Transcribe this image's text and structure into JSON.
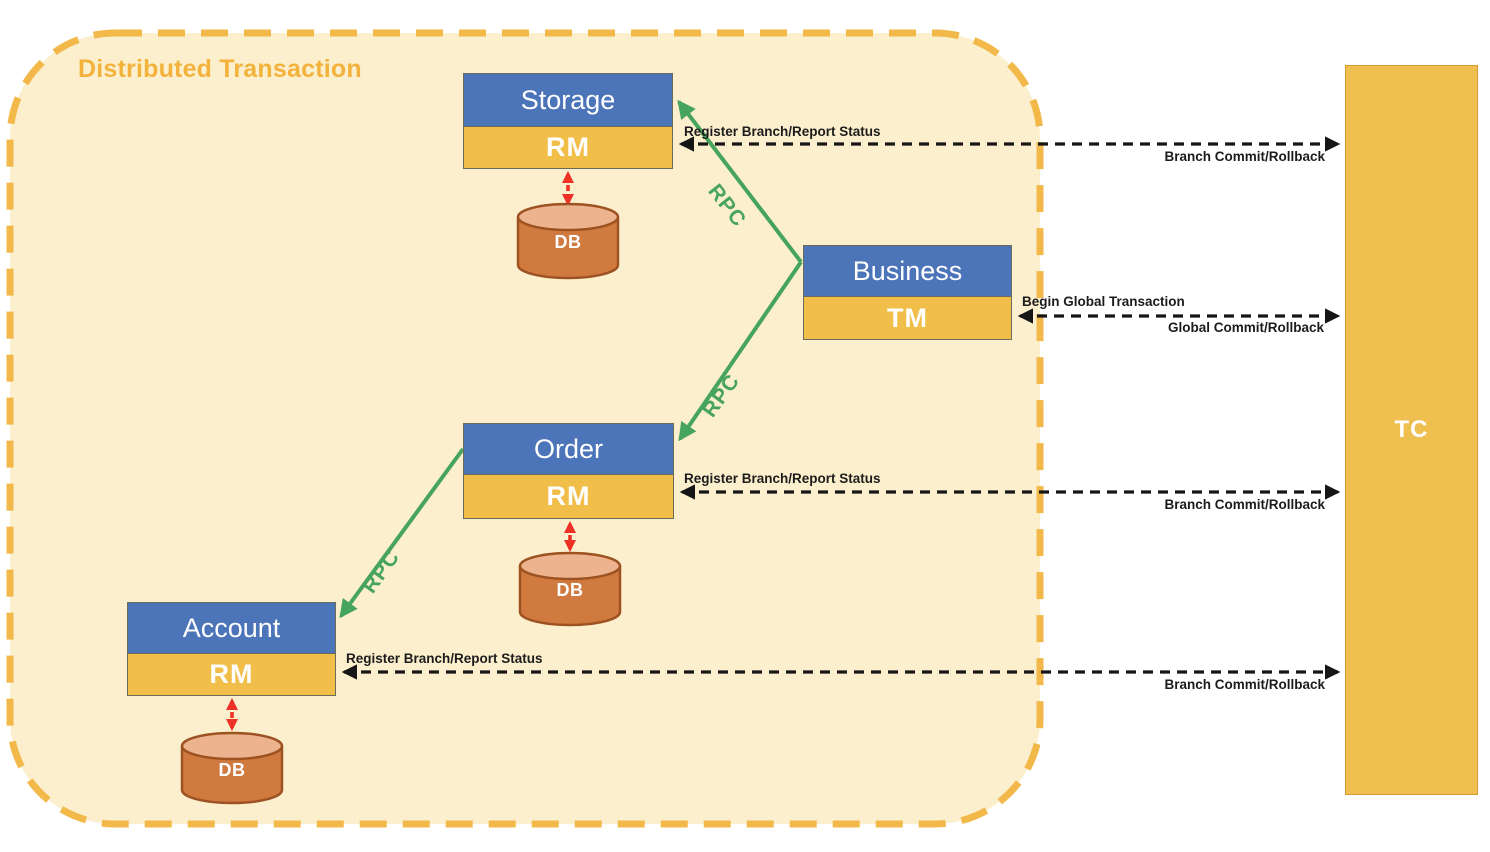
{
  "title": "Distributed Transaction",
  "colors": {
    "container_fill": "#FCEFCD",
    "container_border": "#F2B84A",
    "node_header_blue": "#4C74B9",
    "node_role_yellow": "#F0BE49",
    "tc_fill": "#EFBF4F",
    "db_body": "#D07A40",
    "db_top": "#EDB28E",
    "rpc_green": "#47A45C",
    "db_link_red": "#EE3124",
    "label_black": "#1c1c1c"
  },
  "nodes": {
    "storage": {
      "name": "Storage",
      "role": "RM",
      "db": "DB"
    },
    "business": {
      "name": "Business",
      "role": "TM"
    },
    "order": {
      "name": "Order",
      "role": "RM",
      "db": "DB"
    },
    "account": {
      "name": "Account",
      "role": "RM",
      "db": "DB"
    },
    "tc": {
      "name": "TC"
    }
  },
  "edges": {
    "rpc_label": "RPC",
    "rows": [
      {
        "top_label": "Register Branch/Report Status",
        "bottom_label": "Branch Commit/Rollback"
      },
      {
        "top_label": "Begin Global Transaction",
        "bottom_label": "Global Commit/Rollback"
      },
      {
        "top_label": "Register Branch/Report Status",
        "bottom_label": "Branch Commit/Rollback"
      },
      {
        "top_label": "Register Branch/Report Status",
        "bottom_label": "Branch Commit/Rollback"
      }
    ]
  }
}
